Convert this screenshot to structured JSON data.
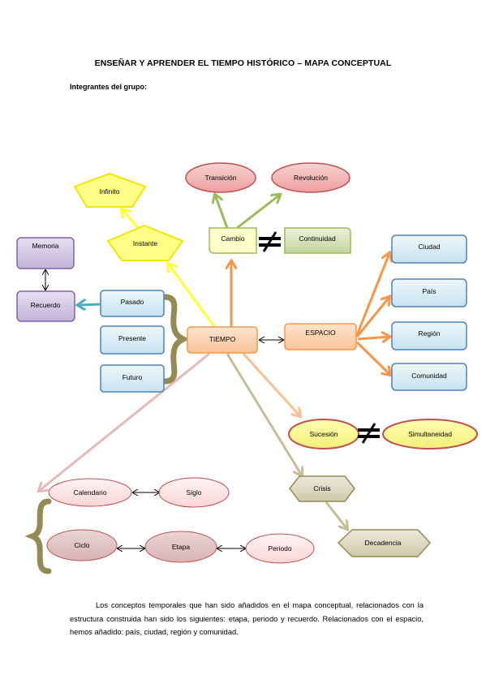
{
  "header": {
    "title": "ENSEÑAR Y APRENDER EL TIEMPO HISTÓRICO – MAPA CONCEPTUAL",
    "subtitle": "Integrantes del grupo:"
  },
  "nodes": {
    "infinito": "Infinito",
    "instante": "Instante",
    "transicion": "Transición",
    "revolucion": "Revolución",
    "cambio": "Cambio",
    "continuidad": "Continuidad",
    "memoria": "Memoria",
    "recuerdo": "Recuerdo",
    "pasado": "Pasado",
    "presente": "Presente",
    "futuro": "Futuro",
    "tiempo": "TIEMPO",
    "espacio": "ESPACIO",
    "ciudad": "Ciudad",
    "pais": "País",
    "region": "Región",
    "comunidad": "Comunidad",
    "sucesion": "Sucesión",
    "simultaneidad": "Simultaneidad",
    "crisis": "Crisis",
    "decadencia": "Decadencia",
    "calendario": "Calendario",
    "siglo": "Siglo",
    "ciclo": "Ciclo",
    "etapa": "Etapa",
    "periodo": "Periodo"
  },
  "colors": {
    "yellow_fill": "#ffff88",
    "yellow_stroke": "#f2e600",
    "red_fill": "#f2b8b8",
    "red_stroke": "#c0504d",
    "green_fill": "#d7e4bd",
    "green_stroke": "#9bbb59",
    "purple_fill": "#ccc0da",
    "purple_stroke": "#8064a2",
    "blue_fill": "#dbeef4",
    "blue_stroke": "#4f81bd",
    "orange_fill": "#fcd5b5",
    "orange_stroke": "#f79646",
    "olive_fill": "#ddd9c3",
    "olive_stroke": "#948a54",
    "pink_fill": "#fde9e9",
    "pink_stroke": "#c0504d"
  },
  "paragraph": "Los conceptos temporales que han sido añadidos en el mapa conceptual, relacionados con la estructura construida han sido los siguientes: etapa, periodo y recuerdo. Relacionados con el espacio, hemos añadido: país, ciudad, región y comunidad."
}
